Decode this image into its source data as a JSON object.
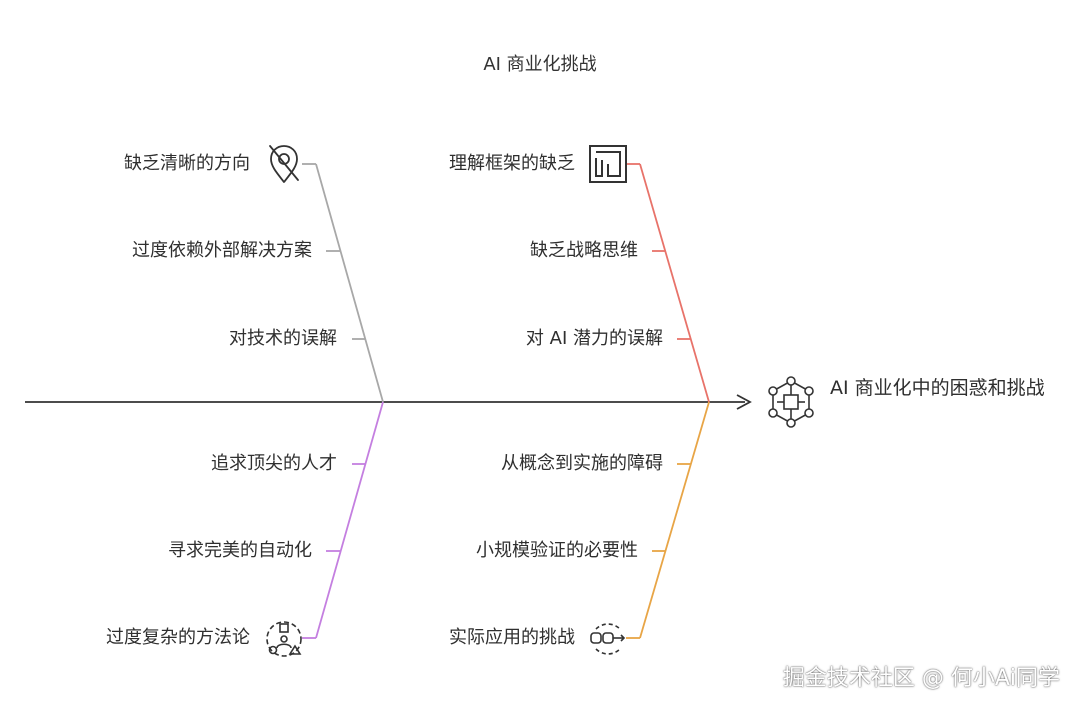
{
  "title": "AI 商业化挑战",
  "effect": "AI 商业化中的困惑和挑战",
  "watermark": "掘金技术社区 @ 何小Ai同学",
  "colors": {
    "spine": "#333333",
    "branch_gray": "#a8a8a8",
    "branch_red": "#e8736a",
    "branch_purple": "#c47fe0",
    "branch_orange": "#e8a546"
  },
  "branches": {
    "top_left": {
      "icon": "no-location-icon",
      "causes": [
        "缺乏清晰的方向",
        "过度依赖外部解决方案",
        "对技术的误解"
      ]
    },
    "top_right": {
      "icon": "maze-frame-icon",
      "causes": [
        "理解框架的缺乏",
        "缺乏战略思维",
        "对 AI 潜力的误解"
      ]
    },
    "bottom_left": {
      "icon": "complex-shapes-icon",
      "causes": [
        "追求顶尖的人才",
        "寻求完美的自动化",
        "过度复杂的方法论"
      ]
    },
    "bottom_right": {
      "icon": "pipeline-icon",
      "causes": [
        "从概念到实施的障碍",
        "小规模验证的必要性",
        "实际应用的挑战"
      ]
    }
  },
  "effect_icon": "network-hub-icon"
}
